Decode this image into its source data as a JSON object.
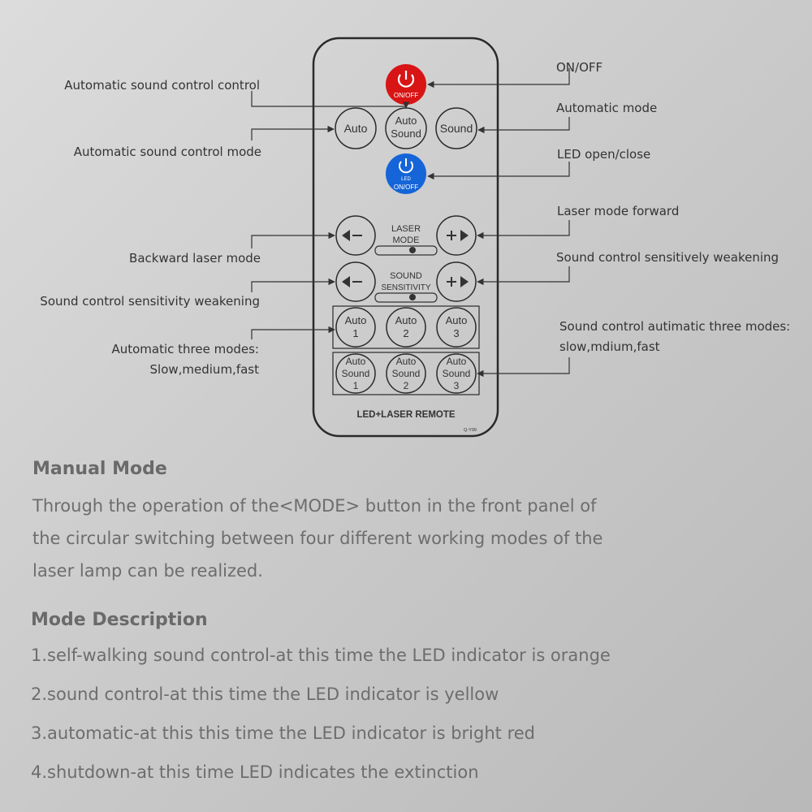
{
  "remote": {
    "power_button": {
      "line1": "ON/OFF"
    },
    "led_button": {
      "line1": "LED",
      "line2": "ON/OFF"
    },
    "auto_button": "Auto",
    "auto_sound_button": {
      "line1": "Auto",
      "line2": "Sound"
    },
    "sound_button": "Sound",
    "laser_mode": {
      "line1": "LASER",
      "line2": "MODE"
    },
    "sound_sensitivity": {
      "line1": "SOUND",
      "line2": "SENSITIVITY"
    },
    "auto_modes": [
      {
        "line1": "Auto",
        "line2": "1"
      },
      {
        "line1": "Auto",
        "line2": "2"
      },
      {
        "line1": "Auto",
        "line2": "3"
      }
    ],
    "auto_sound_modes": [
      {
        "line1": "Auto",
        "line2": "Sound",
        "line3": "1"
      },
      {
        "line1": "Auto",
        "line2": "Sound",
        "line3": "2"
      },
      {
        "line1": "Auto",
        "line2": "Sound",
        "line3": "3"
      }
    ],
    "brand": "LED+LASER REMOTE",
    "model": "Q-Y99",
    "colors": {
      "power": "#d91414",
      "led": "#1565d8",
      "outline": "#2a2a2a"
    }
  },
  "labels": {
    "on_off": "ON/OFF",
    "auto_sound_control_control": "Automatic sound control control",
    "automatic_mode": "Automatic mode",
    "auto_sound_control_mode": "Automatic sound control mode",
    "led_open_close": "LED open/close",
    "laser_mode_forward": "Laser mode forward",
    "backward_laser_mode": "Backward laser mode",
    "sound_sens_weakening_right": "Sound control sensitively weakening",
    "sound_sens_weakening_left": "Sound control sensitivity weakening",
    "auto_three_modes_line1": "Automatic three modes:",
    "auto_three_modes_line2": "Slow,medium,fast",
    "sound_auto_three_modes_line1": "Sound control autimatic three modes:",
    "sound_auto_three_modes_line2": "slow,mdium,fast"
  },
  "manual_mode": {
    "title": "Manual Mode",
    "line1": "Through the operation of the<MODE> button in the front panel of",
    "line2": "the circular switching between four different working modes of the",
    "line3": "laser lamp can be realized."
  },
  "mode_description": {
    "title": "Mode Description",
    "items": [
      "1.self-walking sound control-at this time the LED indicator is orange",
      "2.sound control-at this time the LED indicator is yellow",
      "3.automatic-at this this time the LED indicator is bright red",
      "4.shutdown-at this time LED indicates the extinction"
    ]
  }
}
